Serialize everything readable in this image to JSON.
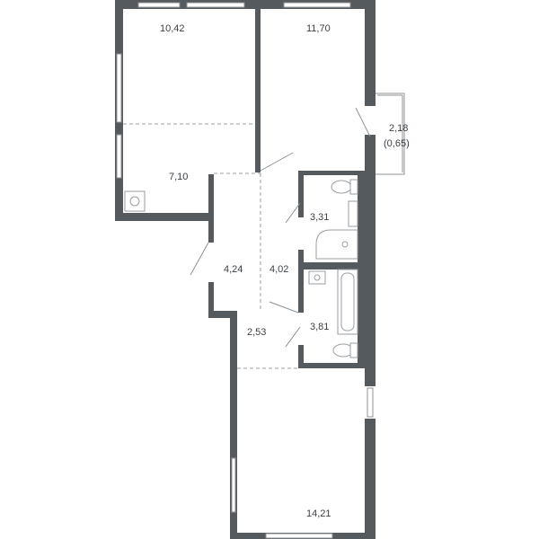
{
  "rooms": [
    {
      "id": "bedroom-1",
      "area": "10,42"
    },
    {
      "id": "bedroom-2",
      "area": "11,70"
    },
    {
      "id": "balcony",
      "area": "2,18",
      "area_note": "(0,65)"
    },
    {
      "id": "kitchen",
      "area": "7,10"
    },
    {
      "id": "hall",
      "area": "4,24"
    },
    {
      "id": "corridor",
      "area": "4,02"
    },
    {
      "id": "bathroom-1",
      "area": "3,31"
    },
    {
      "id": "bathroom-2",
      "area": "3,81"
    },
    {
      "id": "entrance",
      "area": "2,53"
    },
    {
      "id": "living-room",
      "area": "14,21"
    }
  ]
}
